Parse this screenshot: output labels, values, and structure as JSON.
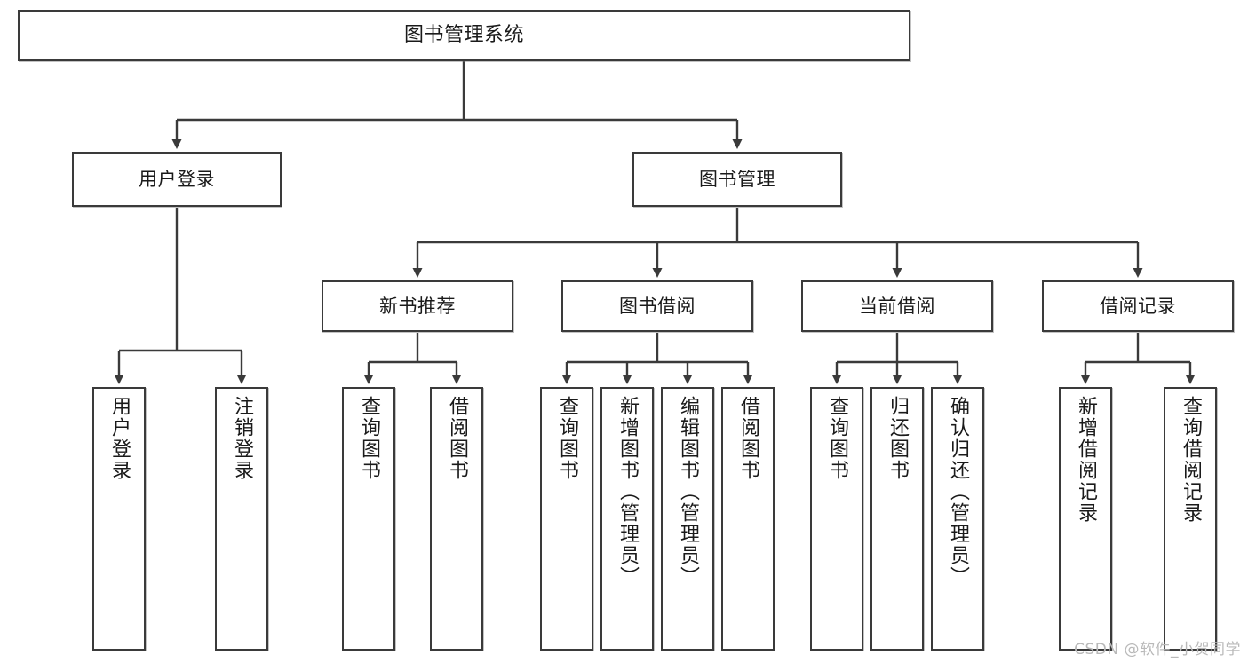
{
  "diagram": {
    "title": "图书管理系统",
    "type": "tree-hierarchy",
    "watermark": "CSDN @软件_小贺同学",
    "colors": {
      "stroke": "#3a3a3a",
      "fill": "#ffffff",
      "text": "#1a1a1a",
      "watermark": "#b9b9b9"
    },
    "nodes": {
      "root": {
        "label": "图书管理系统",
        "level": 1
      },
      "l2": [
        {
          "id": "user-login",
          "label": "用户登录",
          "level": 2
        },
        {
          "id": "book-manage",
          "label": "图书管理",
          "level": 2
        }
      ],
      "l3": [
        {
          "id": "new-book-recommend",
          "label": "新书推荐",
          "level": 3
        },
        {
          "id": "book-borrow",
          "label": "图书借阅",
          "level": 3
        },
        {
          "id": "current-borrow",
          "label": "当前借阅",
          "level": 3
        },
        {
          "id": "borrow-record",
          "label": "借阅记录",
          "level": 3
        }
      ],
      "leaves": [
        {
          "id": "leaf-user-login",
          "label": "用户登录",
          "parent": "user-login"
        },
        {
          "id": "leaf-user-logout",
          "label": "注销登录",
          "parent": "user-login"
        },
        {
          "id": "leaf-query-book-1",
          "label": "查询图书",
          "parent": "new-book-recommend"
        },
        {
          "id": "leaf-borrow-book-1",
          "label": "借阅图书",
          "parent": "new-book-recommend"
        },
        {
          "id": "leaf-query-book-2",
          "label": "查询图书",
          "parent": "book-borrow"
        },
        {
          "id": "leaf-add-book",
          "label": "新增图书（管理员）",
          "parent": "book-borrow"
        },
        {
          "id": "leaf-edit-book",
          "label": "编辑图书（管理员）",
          "parent": "book-borrow"
        },
        {
          "id": "leaf-borrow-book-2",
          "label": "借阅图书",
          "parent": "book-borrow"
        },
        {
          "id": "leaf-query-book-3",
          "label": "查询图书",
          "parent": "current-borrow"
        },
        {
          "id": "leaf-return-book",
          "label": "归还图书",
          "parent": "current-borrow"
        },
        {
          "id": "leaf-confirm-return",
          "label": "确认归还（管理员）",
          "parent": "current-borrow"
        },
        {
          "id": "leaf-add-record",
          "label": "新增借阅记录",
          "parent": "borrow-record"
        },
        {
          "id": "leaf-query-record",
          "label": "查询借阅记录",
          "parent": "borrow-record"
        }
      ]
    }
  }
}
